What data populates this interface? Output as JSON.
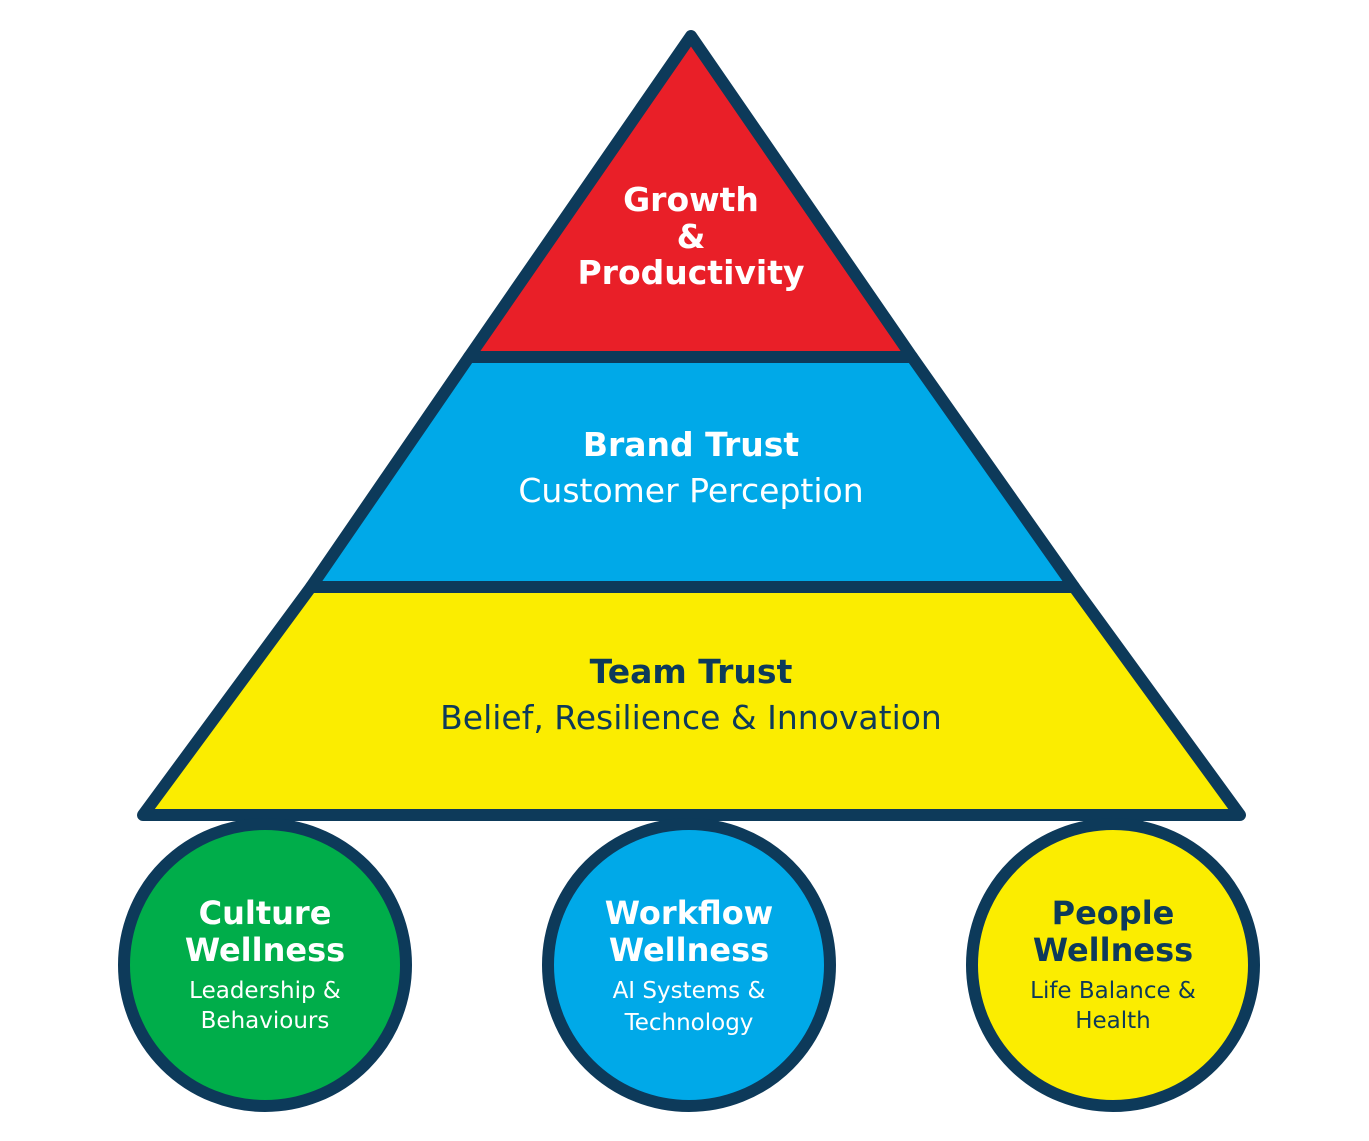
{
  "colors": {
    "outline": "#0d3a5a",
    "red": "#e91f28",
    "blue": "#00a9e8",
    "yellow": "#fbed00",
    "green": "#00ad4a",
    "white": "#ffffff",
    "navy_text": "#0d3a5a"
  },
  "pyramid": {
    "top": {
      "line1": "Growth",
      "line2": "&",
      "line3": "Productivity"
    },
    "middle": {
      "title": "Brand Trust",
      "subtitle": "Customer Perception"
    },
    "bottom": {
      "title": "Team Trust",
      "subtitle": "Belief, Resilience & Innovation"
    }
  },
  "pillars": [
    {
      "title_line1": "Culture",
      "title_line2": "Wellness",
      "sub_line1": "Leadership &",
      "sub_line2": "Behaviours"
    },
    {
      "title_line1": "Workflow",
      "title_line2": "Wellness",
      "sub_line1": "AI Systems &",
      "sub_line2": "Technology"
    },
    {
      "title_line1": "People",
      "title_line2": "Wellness",
      "sub_line1": "Life Balance &",
      "sub_line2": "Health"
    }
  ]
}
